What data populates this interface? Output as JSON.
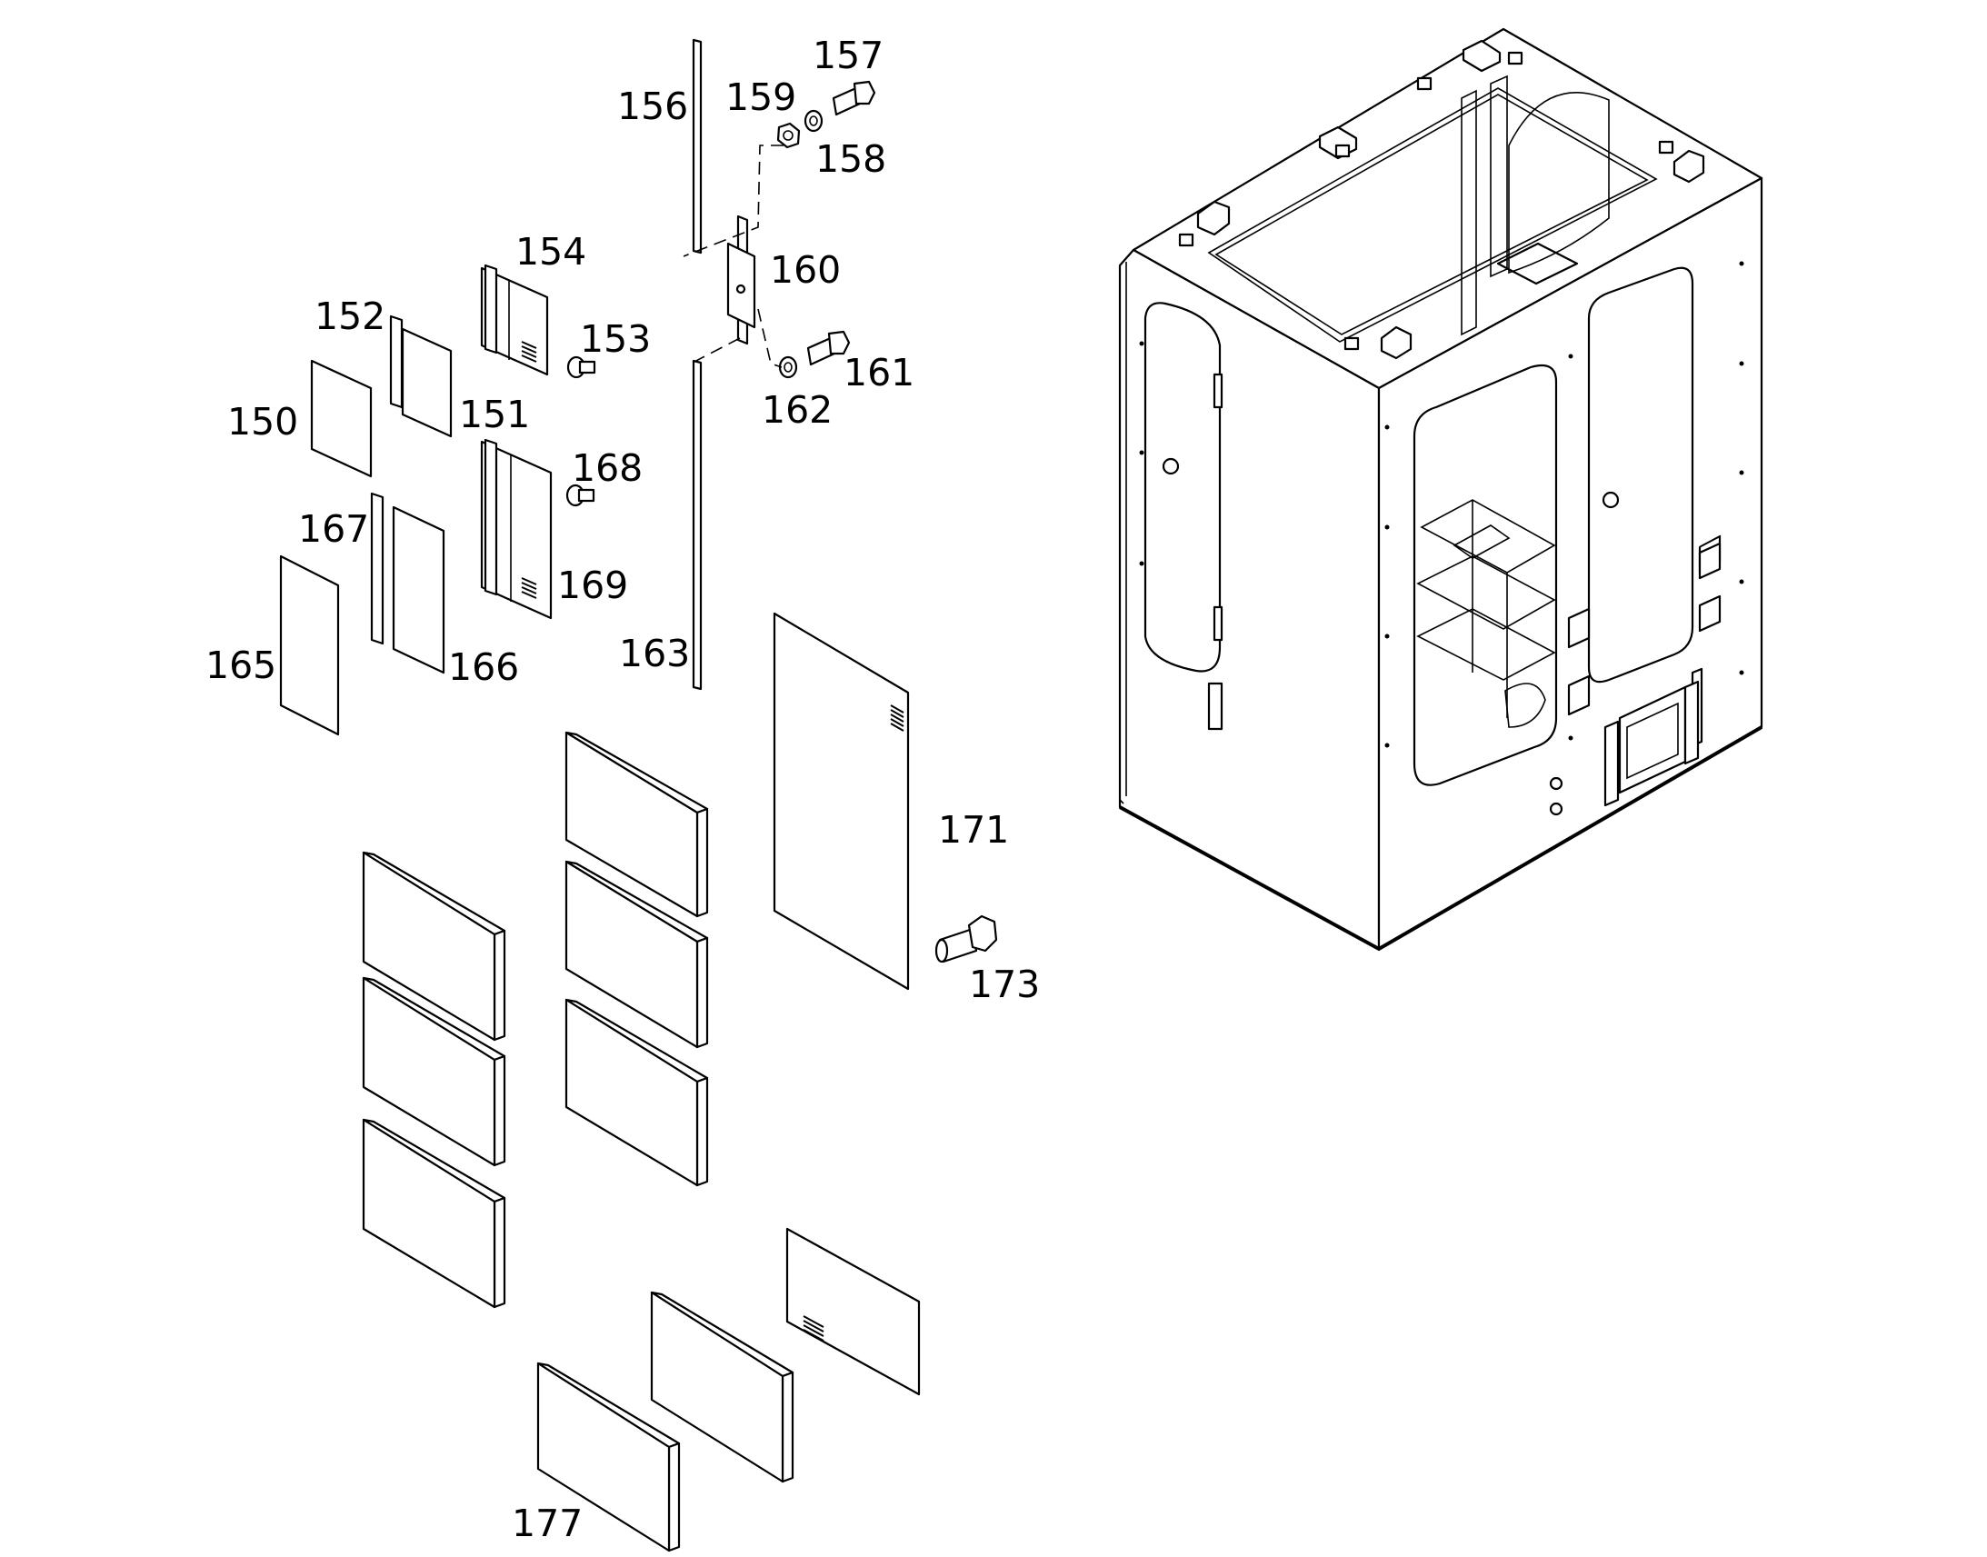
{
  "diagram": {
    "labels": {
      "p150": "150",
      "p151": "151",
      "p152": "152",
      "p153": "153",
      "p154": "154",
      "p156": "156",
      "p157": "157",
      "p158": "158",
      "p159": "159",
      "p160": "160",
      "p161": "161",
      "p162": "162",
      "p163": "163",
      "p165": "165",
      "p166": "166",
      "p167": "167",
      "p168": "168",
      "p169": "169",
      "p171": "171",
      "p173": "173",
      "p177": "177"
    }
  }
}
